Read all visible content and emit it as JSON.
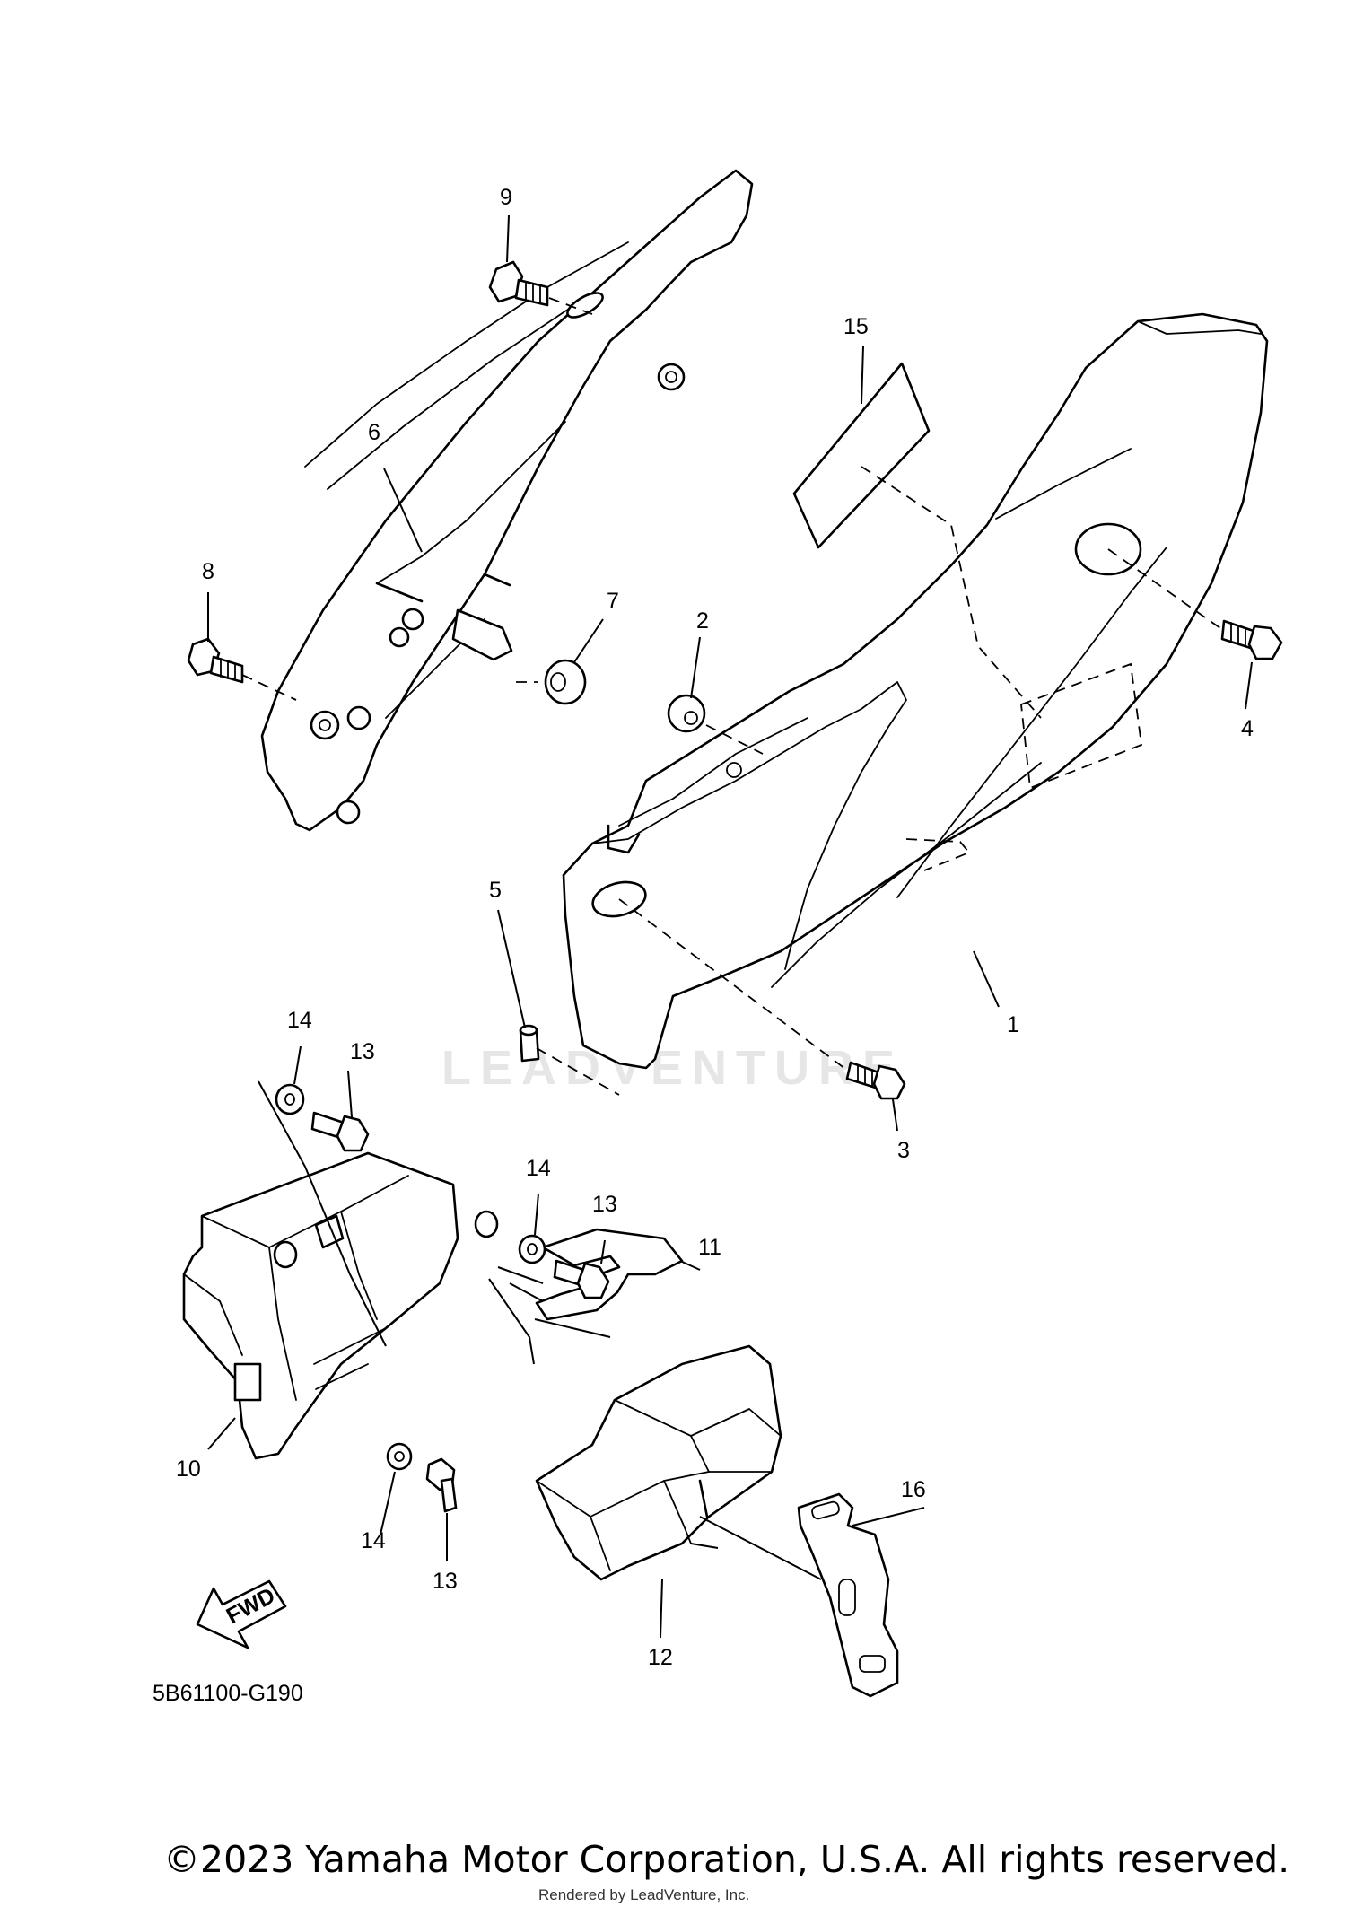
{
  "diagram": {
    "callouts": {
      "c1": "1",
      "c2": "2",
      "c3": "3",
      "c4": "4",
      "c5": "5",
      "c6": "6",
      "c7": "7",
      "c8": "8",
      "c9": "9",
      "c10": "10",
      "c11": "11",
      "c12": "12",
      "c13a": "13",
      "c13b": "13",
      "c13c": "13",
      "c14a": "14",
      "c14b": "14",
      "c14c": "14",
      "c15": "15",
      "c16": "16"
    },
    "reference_code": "5B61100-G190",
    "fwd_label": "FWD",
    "watermark": "LEADVENTURE"
  },
  "footer": {
    "copyright": "©2023 Yamaha Motor Corporation, U.S.A. All rights reserved.",
    "rendered_by": "Rendered by LeadVenture, Inc."
  }
}
